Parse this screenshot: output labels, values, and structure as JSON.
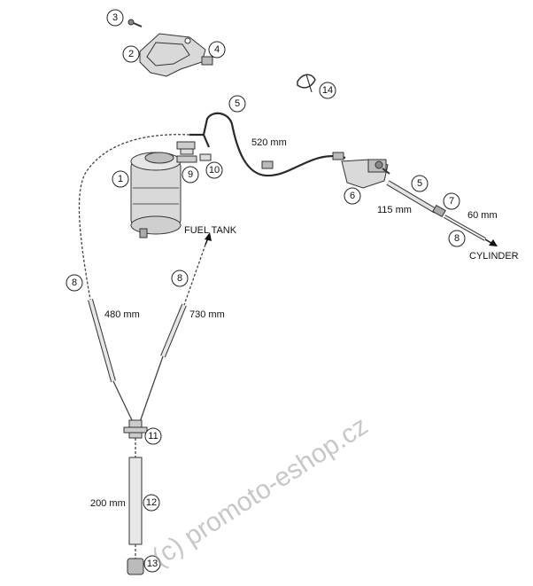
{
  "callouts": [
    "1",
    "2",
    "3",
    "4",
    "5",
    "6",
    "7",
    "8",
    "9",
    "10",
    "11",
    "12",
    "13",
    "14"
  ],
  "dimensions": {
    "d520": "520 mm",
    "d115": "115 mm",
    "d60": "60 mm",
    "d480": "480 mm",
    "d730": "730 mm",
    "d200": "200 mm"
  },
  "labels": {
    "fuel_tank": "FUEL TANK",
    "cylinder": "CYLINDER"
  },
  "watermark": "(c) promoto-eshop.cz"
}
